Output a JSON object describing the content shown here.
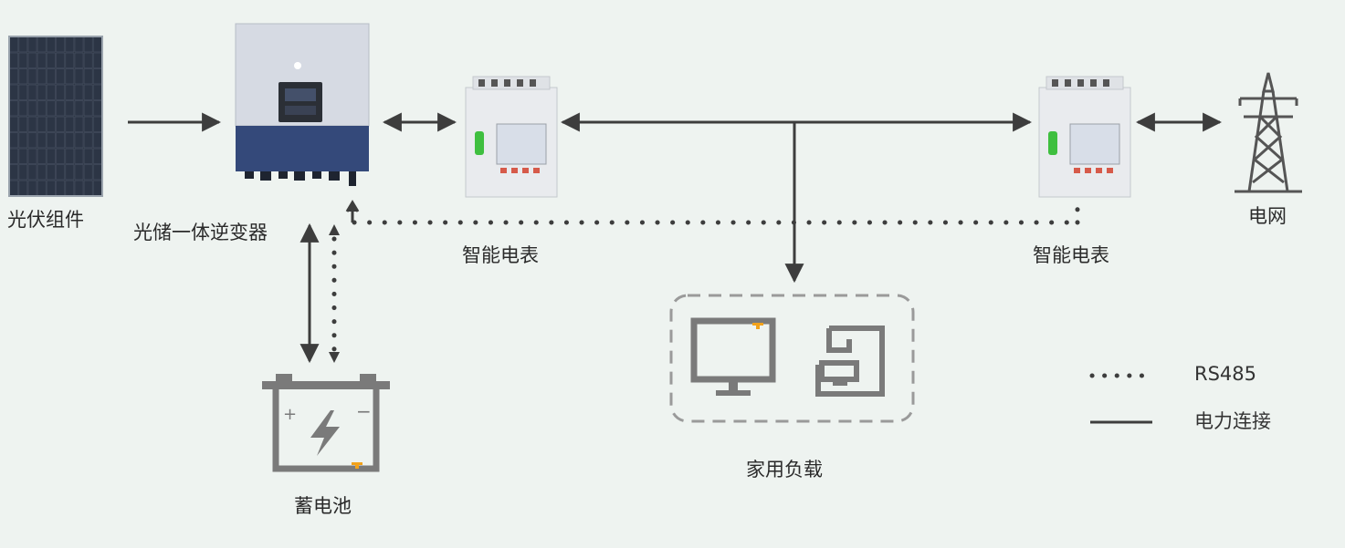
{
  "labels": {
    "pv": "光伏组件",
    "inverter": "光储一体逆变器",
    "meter_left": "智能电表",
    "meter_right": "智能电表",
    "grid": "电网",
    "battery": "蓄电池",
    "load": "家用负载"
  },
  "legend": {
    "rs485": "RS485",
    "power": "电力连接"
  },
  "colors": {
    "background": "#eef3f0",
    "line": "#3d3d3d",
    "icon": "#7a7a7a",
    "accent": "#f2a21b",
    "inverter_top": "#d6dae3",
    "inverter_bottom": "#34497a",
    "meter_accent": "#3fbf3f",
    "panel": "#2b2f36"
  },
  "icons": {
    "pv": "solar-panel-icon",
    "inverter": "inverter-icon",
    "meter": "smart-meter-icon",
    "grid": "power-tower-icon",
    "battery": "battery-icon",
    "monitor": "monitor-icon",
    "coffee": "coffee-machine-icon"
  }
}
